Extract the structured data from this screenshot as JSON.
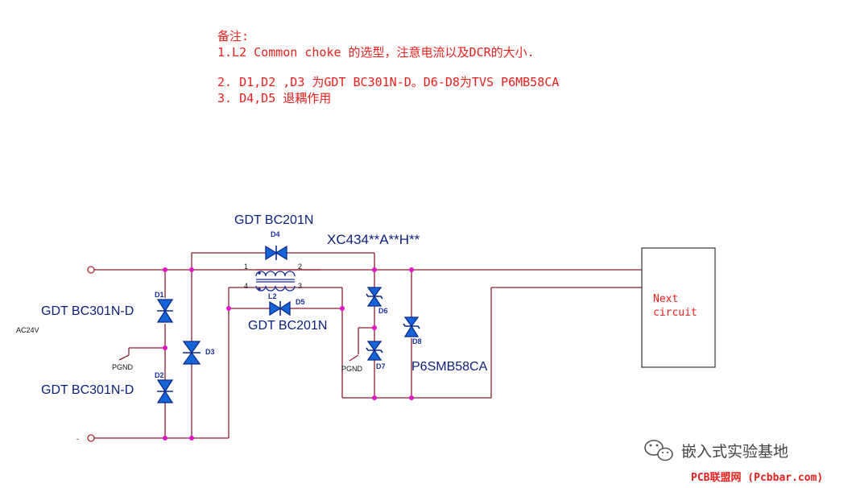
{
  "notes": {
    "heading": "备注:",
    "line1": "1.L2 Common choke 的选型，注意电流以及DCR的大小.",
    "line2": "2. D1,D2 ,D3 为GDT BC301N-D。D6-D8为TVS P6MB58CA",
    "line3": "3. D4,D5 退耦作用"
  },
  "components": {
    "d4_part": "GDT BC201N",
    "d4_ref": "D4",
    "choke_part": "XC434**A**H**",
    "choke_ref": "L2",
    "pin1": "1",
    "pin2": "2",
    "pin3": "3",
    "pin4": "4",
    "d5_ref": "D5",
    "d5_part": "GDT BC201N",
    "d1_ref": "D1",
    "d1_part": "GDT BC301N-D",
    "d2_ref": "D2",
    "d2_part": "GDT BC301N-D",
    "d3_ref": "D3",
    "d6_ref": "D6",
    "d7_ref": "D7",
    "d8_ref": "D8",
    "d8_part": "P6SMB58CA",
    "pgnd_left": "PGND",
    "pgnd_right": "PGND",
    "input_label": "AC24V",
    "minus_label": "-"
  },
  "next_box": {
    "line1": "Next",
    "line2": "circuit"
  },
  "watermark": {
    "wechat_icon": "wechat-icon",
    "name": "嵌入式实验基地",
    "site": "PCB联盟网 (Pcbbar.com)"
  },
  "colors": {
    "note_red": "#e8201c",
    "wire": "#8a1e32",
    "device_blue": "#1565d8",
    "label_navy": "#0a1f7a",
    "junction": "#e017c4"
  }
}
